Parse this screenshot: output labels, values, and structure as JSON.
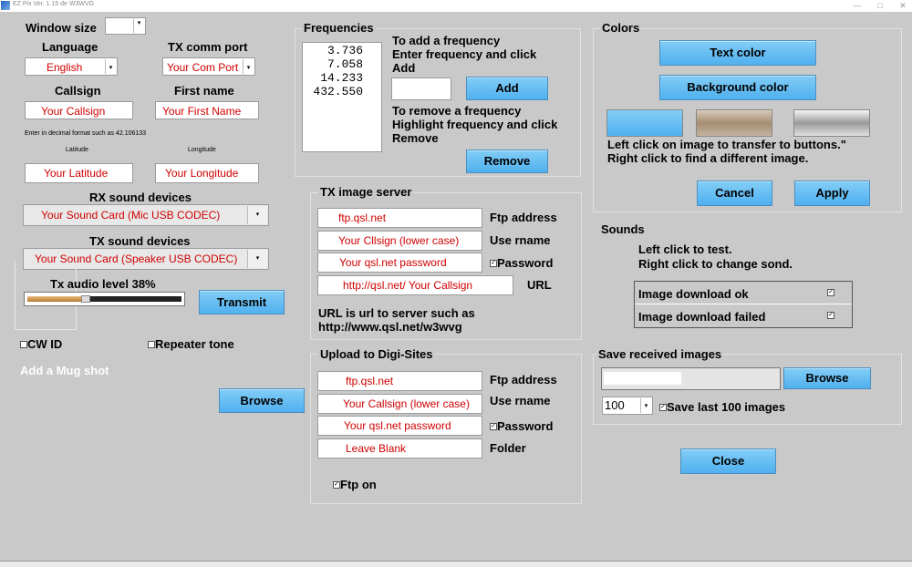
{
  "window": {
    "title": "EZ Pix    Ver. 1.15 de W3WVG"
  },
  "left": {
    "window_size_label": "Window size",
    "language_label": "Language",
    "language_value": "English",
    "tx_comm_port_label": "TX comm port",
    "tx_comm_port_value": "Your Com Port",
    "callsign_label": "Callsign",
    "callsign_value": "Your Callsign",
    "first_name_label": "First name",
    "first_name_value": "Your First Name",
    "decimal_hint": "Enter in decimal format such as 42.106133",
    "latitude_label": "Latitude",
    "latitude_value": "Your Latitude",
    "longitude_label": "Longitude",
    "longitude_value": "Your Longitude",
    "rx_sound_label": "RX sound devices",
    "rx_sound_value": "Your Sound Card (Mic USB CODEC)",
    "tx_sound_label": "TX sound devices",
    "tx_sound_value": "Your Sound Card (Speaker USB CODEC)",
    "tx_audio_label": "Tx audio level  38%",
    "tx_audio_level": 0.38,
    "transmit_label": "Transmit",
    "cw_id_label": "CW ID",
    "repeater_tone_label": "Repeater tone",
    "mug_shot_label": "Add a Mug shot",
    "browse_label": "Browse"
  },
  "frequencies": {
    "title": "Frequencies",
    "list": [
      "3.736",
      "7.058",
      "14.233",
      "432.550"
    ],
    "add_help": "To add a frequency\nEnter frequency and click\nAdd",
    "add_input": "",
    "add_label": "Add",
    "remove_help": "To remove a frequency\nHighlight frequency and click\nRemove",
    "remove_label": "Remove"
  },
  "tx_image_server": {
    "title": "TX image server",
    "ftp_value": "ftp.qsl.net",
    "ftp_label": "Ftp address",
    "user_value": "Your Cllsign (lower case)",
    "user_label": "Use rname",
    "password_value": "Your qsl.net password",
    "password_label": "Password",
    "password_checked": true,
    "url_value": "http://qsl.net/ Your Callsign",
    "url_label": "URL",
    "note": "URL is url to server such as\nhttp://www.qsl.net/w3wvg"
  },
  "upload": {
    "title": "Upload to Digi-Sites",
    "ftp_value": "ftp.qsl.net",
    "ftp_label": "Ftp address",
    "user_value": "Your Callsign (lower case)",
    "user_label": "Use rname",
    "password_value": "Your qsl.net password",
    "password_label": "Password",
    "password_checked": true,
    "folder_value": "Leave Blank",
    "folder_label": "Folder",
    "ftp_on_label": "Ftp on",
    "ftp_on_checked": true
  },
  "colors": {
    "title": "Colors",
    "text_color_label": "Text color",
    "background_color_label": "Background color",
    "hint": "Left click on image to transfer to buttons.\"\nRight click to find a different image.",
    "cancel_label": "Cancel",
    "apply_label": "Apply"
  },
  "sounds": {
    "title": "Sounds",
    "hint": "Left click to test.\nRight click to change sond.",
    "items": [
      {
        "label": "Image download ok",
        "checked": true
      },
      {
        "label": "Image download failed",
        "checked": true
      }
    ]
  },
  "save_images": {
    "title": "Save received images",
    "path_value": "",
    "browse_label": "Browse",
    "count_value": "100",
    "save_last_label": "Save last 100 images",
    "save_last_checked": true
  },
  "close_label": "Close",
  "accent": "#62bcf2"
}
